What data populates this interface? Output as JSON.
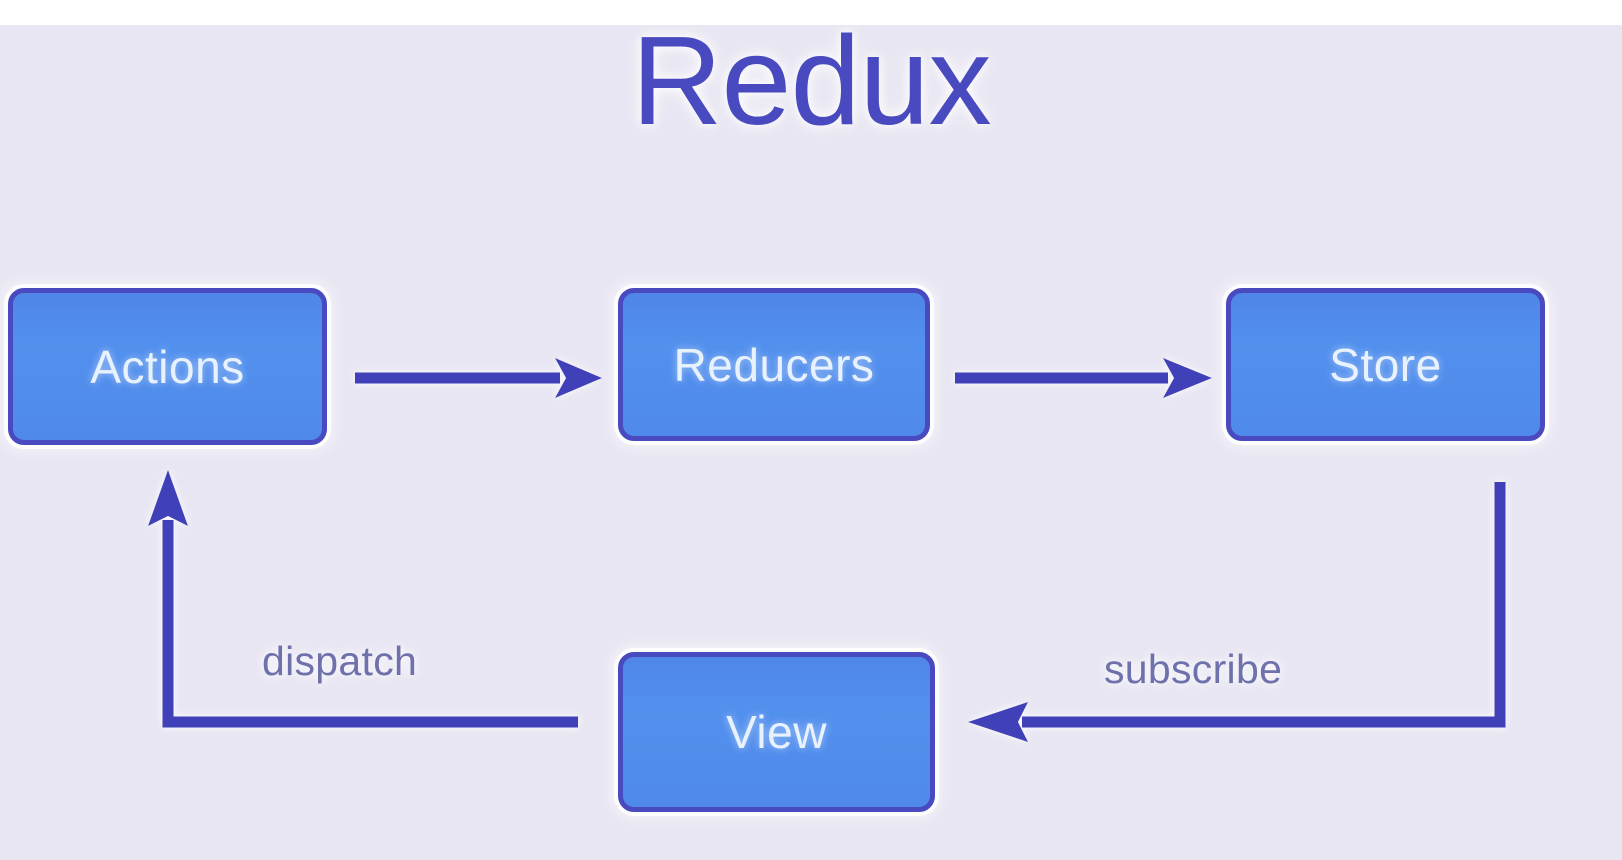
{
  "diagram": {
    "title": "Redux",
    "background_color": "#e8e6f2",
    "node_fill_color": "#5290ee",
    "node_border_color": "#4a4ac0",
    "node_text_color": "#e8f2ff",
    "arrow_color": "#4040b8",
    "edge_label_color": "#6e71ac",
    "title_color": "#4a4ac0",
    "nodes": [
      {
        "id": "actions",
        "label": "Actions"
      },
      {
        "id": "reducers",
        "label": "Reducers"
      },
      {
        "id": "store",
        "label": "Store"
      },
      {
        "id": "view",
        "label": "View"
      }
    ],
    "edges": [
      {
        "id": "actions-to-reducers",
        "from": "actions",
        "to": "reducers",
        "label": ""
      },
      {
        "id": "reducers-to-store",
        "from": "reducers",
        "to": "store",
        "label": ""
      },
      {
        "id": "store-to-view",
        "from": "store",
        "to": "view",
        "label": "subscribe"
      },
      {
        "id": "view-to-actions",
        "from": "view",
        "to": "actions",
        "label": "dispatch"
      }
    ],
    "edge_labels": {
      "dispatch": "dispatch",
      "subscribe": "subscribe"
    }
  }
}
